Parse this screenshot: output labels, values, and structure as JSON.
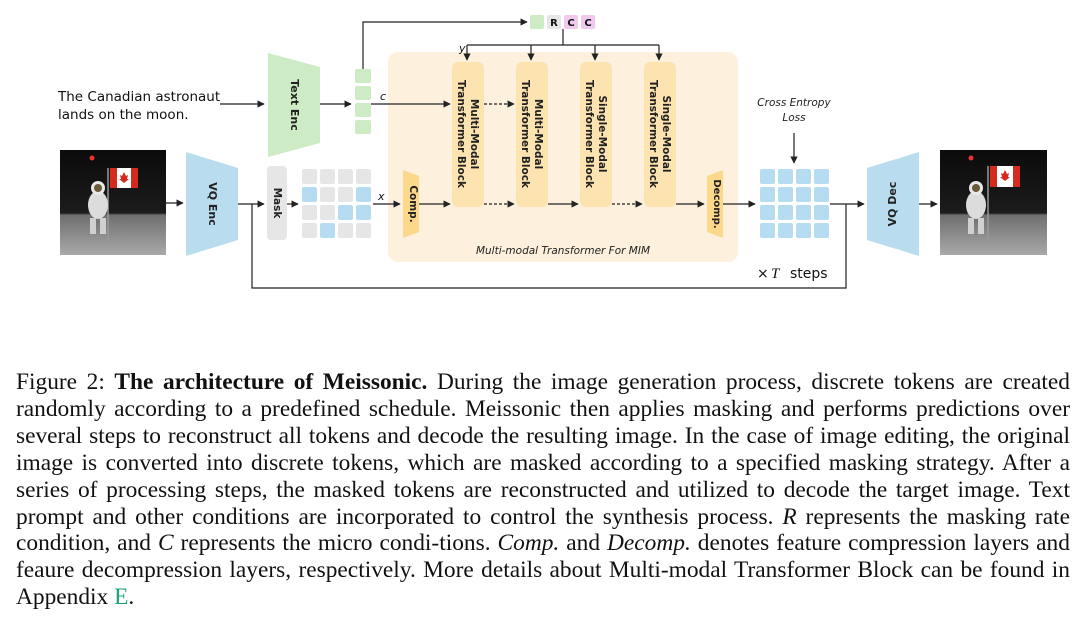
{
  "diagram": {
    "prompt_line1": "The Canadian astronaut",
    "prompt_line2": "lands on the moon.",
    "text_enc": "Text Enc",
    "vq_enc": "VQ Enc",
    "vq_dec": "VQ Dec",
    "mask": "Mask",
    "comp": "Comp.",
    "decomp": "Decomp.",
    "var_c": "c",
    "var_x": "x",
    "var_y": "y",
    "cond_r": "R",
    "cond_c1": "C",
    "cond_c2": "C",
    "block1_line1": "Multi-Modal",
    "block1_line2": "Transformer Block",
    "block2_line1": "Multi-Modal",
    "block2_line2": "Transformer Block",
    "block3_line1": "Single-Modal",
    "block3_line2": "Transformer Block",
    "block4_line1": "Single-Modal",
    "block4_line2": "Transformer Block",
    "panel_label": "Multi-modal Transformer For MIM",
    "loss_line1": "Cross Entropy",
    "loss_line2": "Loss",
    "steps_times": "×",
    "steps_T": "T",
    "steps_word": "steps",
    "colors": {
      "text_enc": "#cdebc5",
      "vq": "#b9dcee",
      "panel": "#fdf0dc",
      "block": "#fde3b0",
      "token_blue": "#b6dcf2",
      "token_gray": "#e6e6e6",
      "cond_pink": "#f0c9ee"
    }
  },
  "caption": {
    "figure_label": "Figure 2:",
    "bold_title": "The architecture of Meissonic.",
    "p1": "During the image generation process, discrete tokens are created randomly according to a predefined schedule. Meissonic then applies masking and performs predictions over several steps to reconstruct all tokens and decode the resulting image. In the case of image editing, the original image is converted into discrete tokens, which are masked according to a specified masking strategy. After a series of processing steps, the masked tokens are reconstructed and utilized to decode the target image. Text prompt and other conditions are incorporated to control the synthesis process.",
    "R": "R",
    "p2": "represents the masking rate condition, and",
    "C": "C",
    "p3": "represents the micro condi-tions.",
    "comp": "Comp.",
    "and_word": "and",
    "decomp": "Decomp.",
    "p4": "denotes feature compression layers and feaure decompression layers, respectively. More details about Multi-modal Transformer Block can be found in Appendix",
    "appendix": "E",
    "end": "."
  }
}
